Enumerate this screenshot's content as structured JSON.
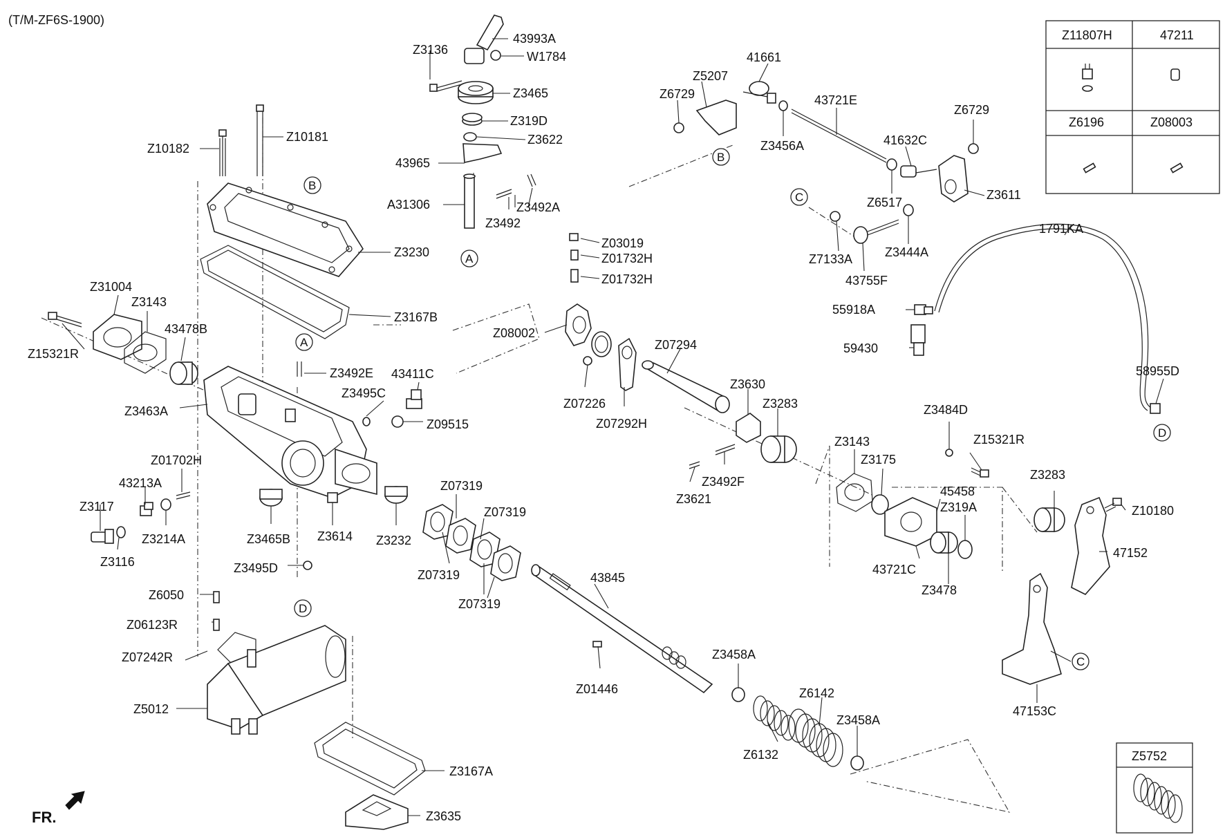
{
  "header": "(T/M-ZF6S-1900)",
  "front_label": "FR.",
  "refs": [
    "A",
    "B",
    "C",
    "D"
  ],
  "parts": [
    "43993A",
    "Z3136",
    "W1784",
    "Z3465",
    "Z319D",
    "Z3622",
    "43965",
    "A31306",
    "Z3492",
    "Z3492A",
    "Z10182",
    "Z10181",
    "Z3230",
    "Z3167B",
    "Z31004",
    "Z3143",
    "43478B",
    "Z15321R",
    "Z3492E",
    "43411C",
    "Z3495C",
    "Z09515",
    "Z3463A",
    "Z01702H",
    "43213A",
    "Z3117",
    "Z3214A",
    "Z3116",
    "Z3465B",
    "Z3614",
    "Z3232",
    "Z3495D",
    "Z6050",
    "Z06123R",
    "Z07242R",
    "Z5012",
    "Z3167A",
    "Z3635",
    "Z07319",
    "43845",
    "Z01446",
    "Z03019",
    "Z01732H",
    "Z08002",
    "Z07226",
    "Z07292H",
    "Z07294",
    "Z3630",
    "Z3283",
    "Z3492F",
    "Z3621",
    "Z3458A",
    "Z6142",
    "Z6132",
    "41661",
    "Z5207",
    "Z6729",
    "43721E",
    "Z3456A",
    "41632C",
    "Z6517",
    "Z3611",
    "Z7133A",
    "Z3444A",
    "43755F",
    "1791KA",
    "55918A",
    "59430",
    "58955D",
    "Z3484D",
    "Z3175",
    "45458",
    "Z319A",
    "43721C",
    "Z3478",
    "Z10180",
    "47152",
    "47153C"
  ],
  "inset_table": [
    {
      "code": "Z11807H"
    },
    {
      "code": "47211"
    },
    {
      "code": "Z6196"
    },
    {
      "code": "Z08003"
    }
  ],
  "inset_single": {
    "code": "Z5752"
  }
}
